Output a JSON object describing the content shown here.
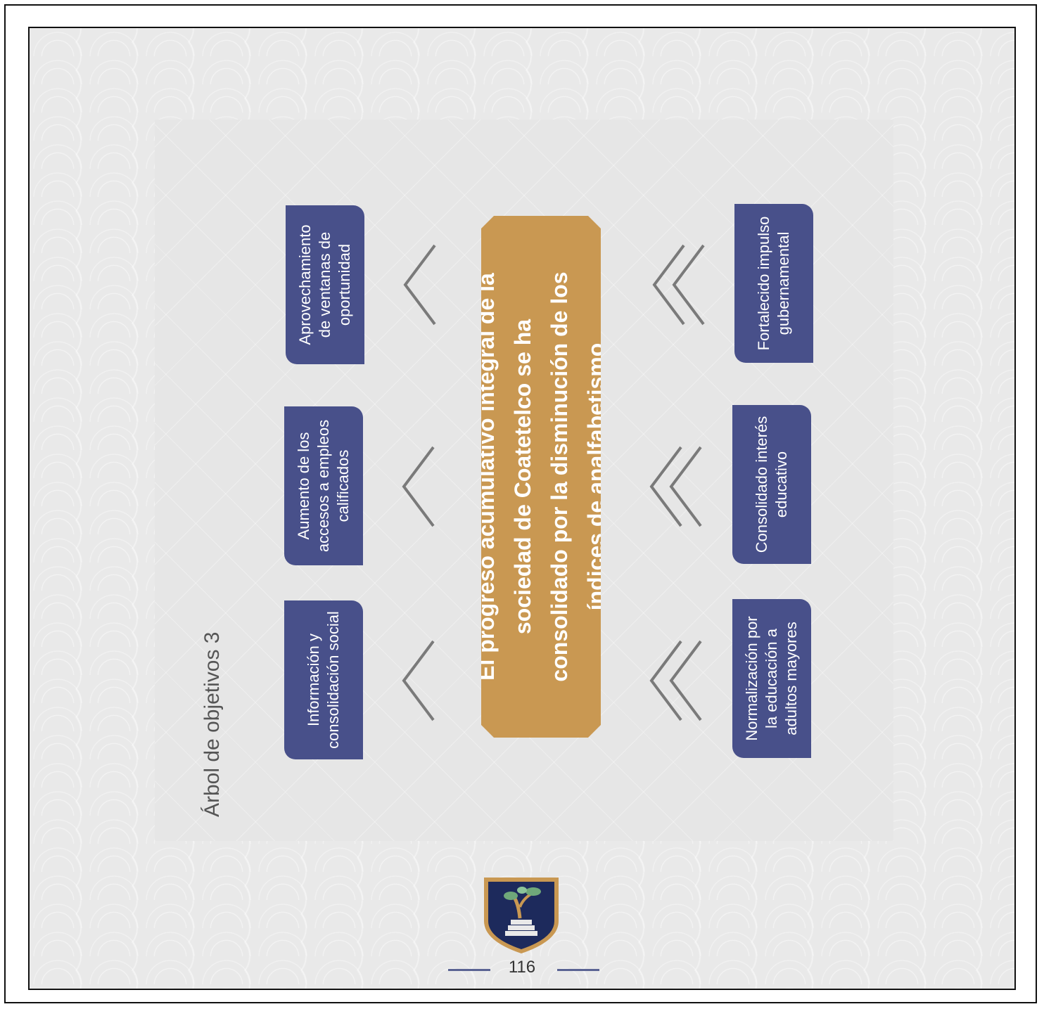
{
  "diagram": {
    "title": "Árbol de objetivos 3",
    "central_objective": "El progreso acumulativo integral de la sociedad de Coatetelco se ha consolidado por la disminución de los índices de analfabetismo",
    "effects": [
      "Aprovechamiento de ventanas de oportunidad",
      "Aumento de los accesos a empleos calificados",
      "Información y consolidación social"
    ],
    "means": [
      "Fortalecido impulso gubernamental",
      "Consolidado interés educativo",
      "Normalización por la educación a adultos mayores"
    ]
  },
  "footer": {
    "page_number": "116",
    "logo": "coatetelco-emblem"
  },
  "colors": {
    "box_blue": "#48508a",
    "central_gold": "#c99852",
    "chevron_gray": "#7a7a7a",
    "logo_navy": "#1d2a5c"
  }
}
